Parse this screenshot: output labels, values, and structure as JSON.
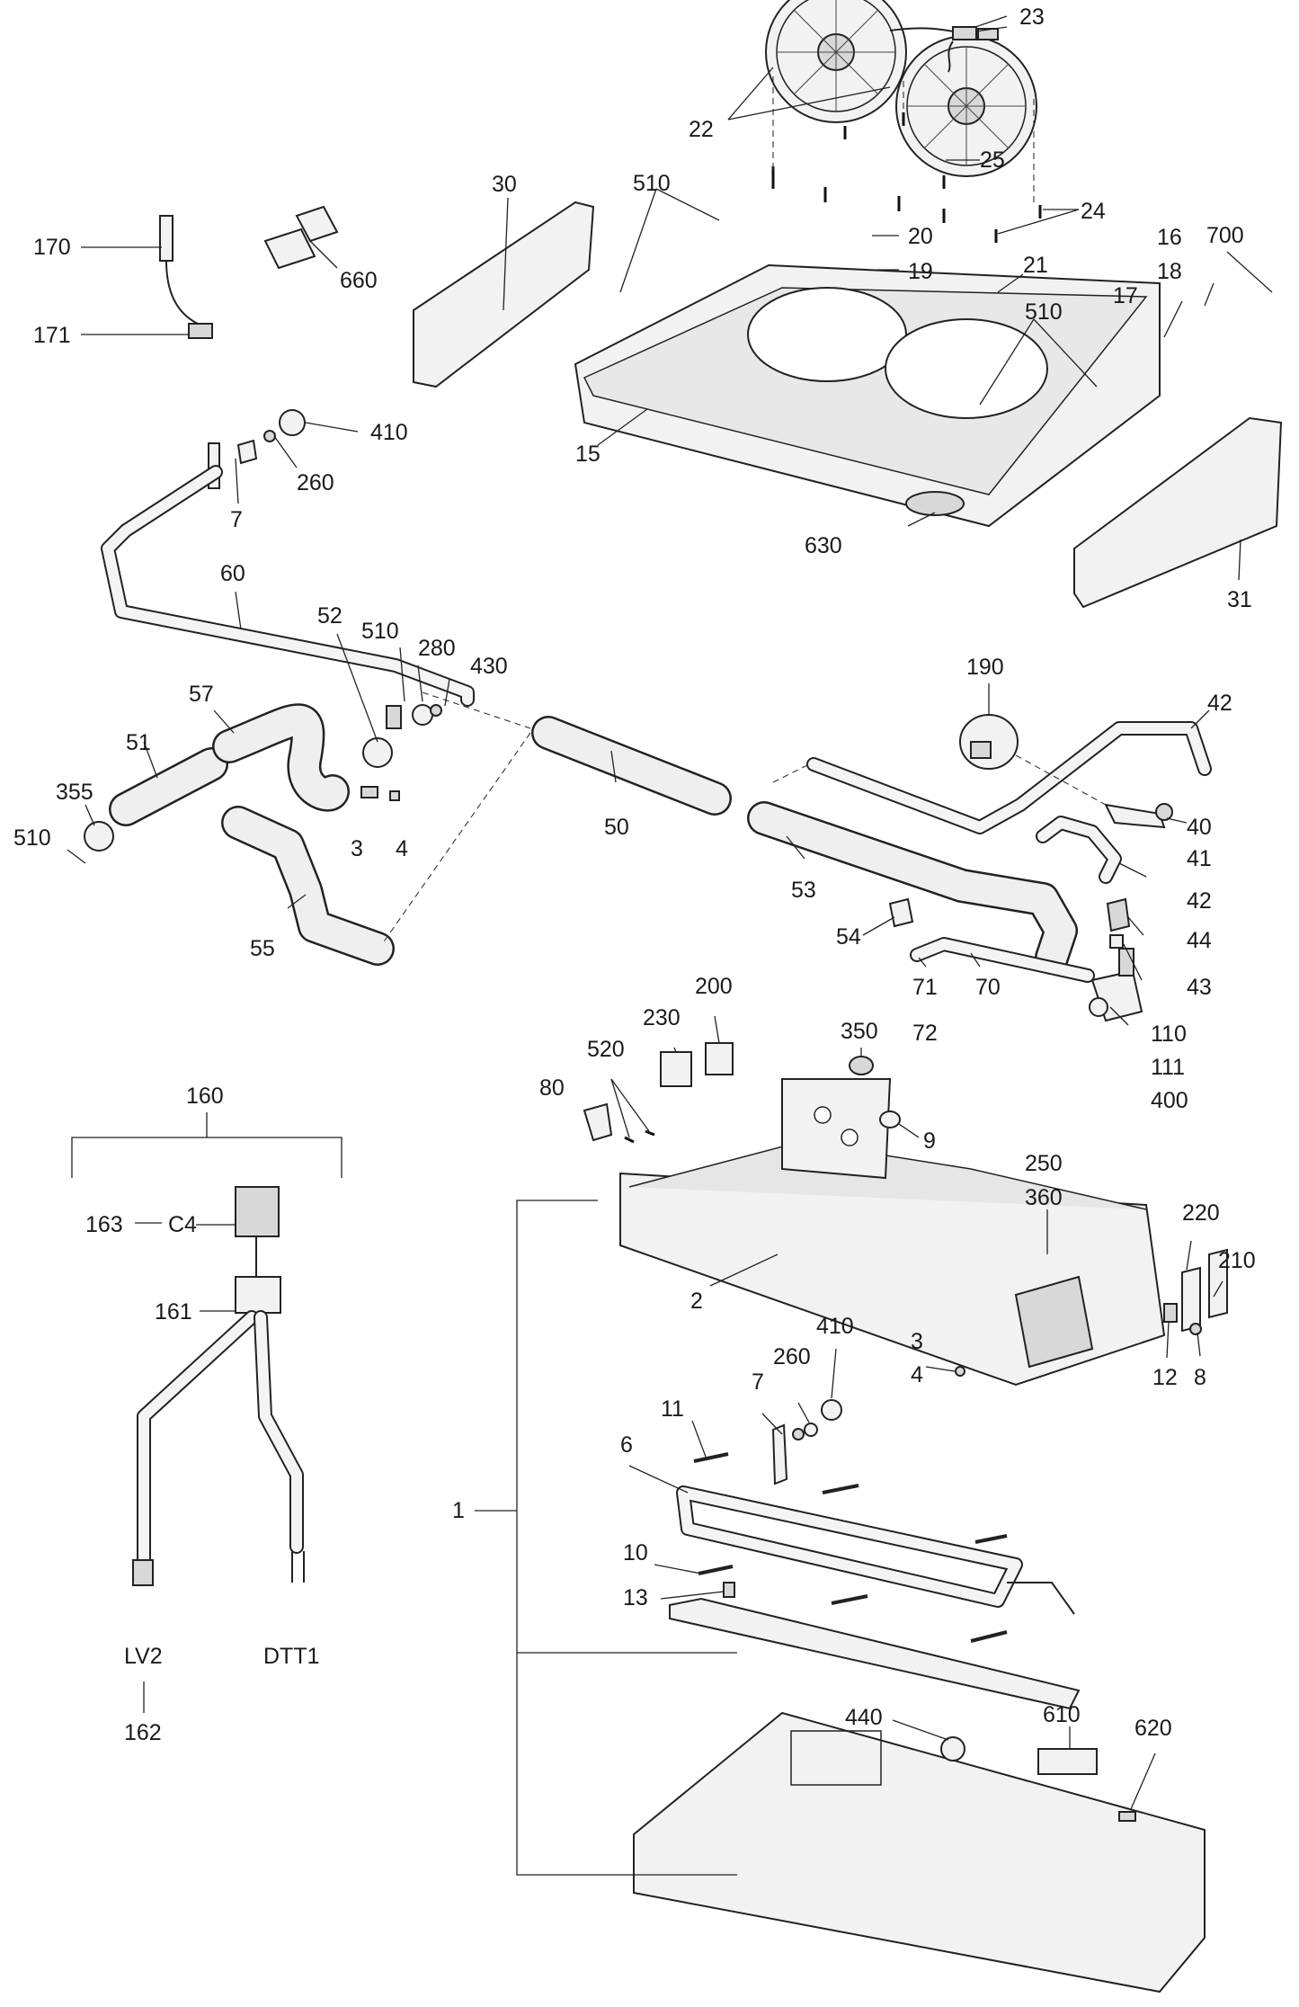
{
  "callouts": [
    {
      "id": "c23",
      "label": "23"
    },
    {
      "id": "c22",
      "label": "22"
    },
    {
      "id": "c25",
      "label": "25"
    },
    {
      "id": "c24",
      "label": "24"
    },
    {
      "id": "c510a",
      "label": "510"
    },
    {
      "id": "c30",
      "label": "30"
    },
    {
      "id": "c20",
      "label": "20"
    },
    {
      "id": "c19",
      "label": "19"
    },
    {
      "id": "c21",
      "label": "21"
    },
    {
      "id": "c16",
      "label": "16"
    },
    {
      "id": "c18",
      "label": "18"
    },
    {
      "id": "c700",
      "label": "700"
    },
    {
      "id": "c17",
      "label": "17"
    },
    {
      "id": "c510b",
      "label": "510"
    },
    {
      "id": "c170",
      "label": "170"
    },
    {
      "id": "c171",
      "label": "171"
    },
    {
      "id": "c660",
      "label": "660"
    },
    {
      "id": "c410a",
      "label": "410"
    },
    {
      "id": "c260a",
      "label": "260"
    },
    {
      "id": "c7a",
      "label": "7"
    },
    {
      "id": "c15",
      "label": "15"
    },
    {
      "id": "c630",
      "label": "630"
    },
    {
      "id": "c31",
      "label": "31"
    },
    {
      "id": "c60",
      "label": "60"
    },
    {
      "id": "c52",
      "label": "52"
    },
    {
      "id": "c510c",
      "label": "510"
    },
    {
      "id": "c280",
      "label": "280"
    },
    {
      "id": "c430",
      "label": "430"
    },
    {
      "id": "c57",
      "label": "57"
    },
    {
      "id": "c51",
      "label": "51"
    },
    {
      "id": "c355",
      "label": "355"
    },
    {
      "id": "c510d",
      "label": "510"
    },
    {
      "id": "c3a",
      "label": "3"
    },
    {
      "id": "c4a",
      "label": "4"
    },
    {
      "id": "c50",
      "label": "50"
    },
    {
      "id": "c55",
      "label": "55"
    },
    {
      "id": "c190",
      "label": "190"
    },
    {
      "id": "c42a",
      "label": "42"
    },
    {
      "id": "c40",
      "label": "40"
    },
    {
      "id": "c41",
      "label": "41"
    },
    {
      "id": "c42b",
      "label": "42"
    },
    {
      "id": "c53",
      "label": "53"
    },
    {
      "id": "c54",
      "label": "54"
    },
    {
      "id": "c44",
      "label": "44"
    },
    {
      "id": "c43",
      "label": "43"
    },
    {
      "id": "c71",
      "label": "71"
    },
    {
      "id": "c72",
      "label": "72"
    },
    {
      "id": "c70",
      "label": "70"
    },
    {
      "id": "c110",
      "label": "110"
    },
    {
      "id": "c111",
      "label": "111"
    },
    {
      "id": "c400",
      "label": "400"
    },
    {
      "id": "c200",
      "label": "200"
    },
    {
      "id": "c230",
      "label": "230"
    },
    {
      "id": "c520",
      "label": "520"
    },
    {
      "id": "c350",
      "label": "350"
    },
    {
      "id": "c80",
      "label": "80"
    },
    {
      "id": "c9",
      "label": "9"
    },
    {
      "id": "c160",
      "label": "160"
    },
    {
      "id": "c163",
      "label": "163"
    },
    {
      "id": "cC4",
      "label": "C4"
    },
    {
      "id": "c161",
      "label": "161"
    },
    {
      "id": "c250",
      "label": "250"
    },
    {
      "id": "c360",
      "label": "360"
    },
    {
      "id": "c220",
      "label": "220"
    },
    {
      "id": "c210",
      "label": "210"
    },
    {
      "id": "c2",
      "label": "2"
    },
    {
      "id": "c3b",
      "label": "3"
    },
    {
      "id": "c4b",
      "label": "4"
    },
    {
      "id": "c12",
      "label": "12"
    },
    {
      "id": "c8",
      "label": "8"
    },
    {
      "id": "c410b",
      "label": "410"
    },
    {
      "id": "c260b",
      "label": "260"
    },
    {
      "id": "c7b",
      "label": "7"
    },
    {
      "id": "c11",
      "label": "11"
    },
    {
      "id": "c6",
      "label": "6"
    },
    {
      "id": "c1",
      "label": "1"
    },
    {
      "id": "c10",
      "label": "10"
    },
    {
      "id": "c13",
      "label": "13"
    },
    {
      "id": "cLV2",
      "label": "LV2"
    },
    {
      "id": "cDTT1",
      "label": "DTT1"
    },
    {
      "id": "c162",
      "label": "162"
    },
    {
      "id": "c440",
      "label": "440"
    },
    {
      "id": "c610",
      "label": "610"
    },
    {
      "id": "c620",
      "label": "620"
    }
  ]
}
